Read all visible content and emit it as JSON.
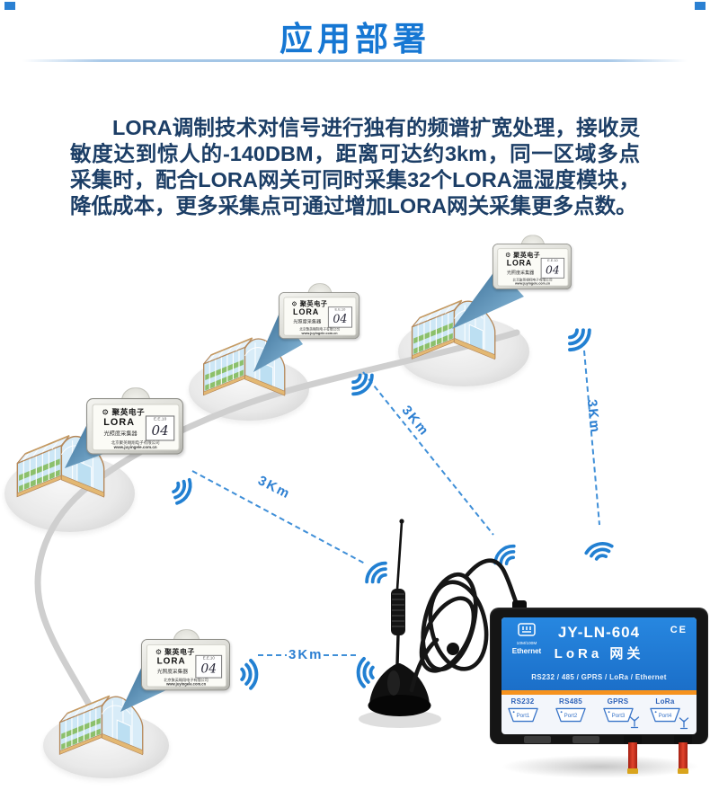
{
  "header": {
    "title": "应用部署"
  },
  "intro": {
    "text": "LORA调制技术对信号进行独有的频谱扩宽处理，接收灵敏度达到惊人的-140DBM，距离可达约3km，同一区域多点采集时，配合LORA网关可同时采集32个LORA温湿度模块，降低成本，更多采集点可通过增加LORA网关采集更多点数。"
  },
  "module": {
    "brand": "聚英电子",
    "gear_glyph": "⚙",
    "name": "LORA",
    "type": "光照度采集器",
    "model_top": "E.E.10",
    "model_main": "04",
    "company": "北京聚英翱翔电子有限公司",
    "website": "www.juyingele.com.cn"
  },
  "network": {
    "distance_label": "3Km"
  },
  "gateway": {
    "model": "JY-LN-604",
    "title": "LoRa 网关",
    "certification": "CE",
    "ethernet_speed": "10M/100M",
    "ethernet_label": "Ethernet",
    "interfaces": "RS232 / 485 / GPRS / LoRa / Ethernet",
    "ports": [
      {
        "bus": "RS232",
        "label": "Port1"
      },
      {
        "bus": "RS485",
        "label": "Port2"
      },
      {
        "bus": "GPRS",
        "label": "Port3"
      },
      {
        "bus": "LoRa",
        "label": "Port4"
      }
    ]
  },
  "colors": {
    "accent": "#1677d3",
    "text_dark": "#1c3e66",
    "signal_blue": "#2280d2",
    "gateway_blue": "#1b74d0",
    "stripe_orange": "#f6921e",
    "port_blue": "#3070c8"
  }
}
